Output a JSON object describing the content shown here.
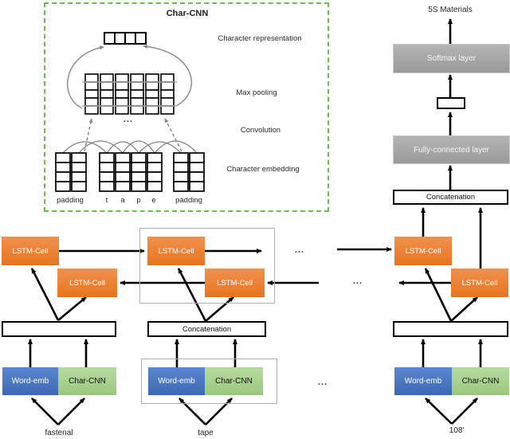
{
  "char_cnn_panel": {
    "title": "Char-CNN",
    "labels": {
      "representation": "Character representation",
      "max_pooling": "Max pooling",
      "convolution": "Convolution",
      "embedding": "Character embedding"
    },
    "ellipsis": "...",
    "char_labels": [
      "padding",
      "t",
      "a",
      "p",
      "e",
      "padding"
    ]
  },
  "output_stack": {
    "prediction": "5S Materials",
    "softmax": "Softmax layer",
    "fully_connected": "Fully-connected layer",
    "concatenation": "Concatenation"
  },
  "lstm": {
    "cell_label": "LSTM-Cell",
    "forward_ellipsis": "...",
    "backward_ellipsis": "..."
  },
  "inputs": {
    "concatenation": "Concatenation",
    "word_emb": "Word-emb",
    "char_cnn": "Char-CNN",
    "words": [
      "fastenal",
      "tape",
      "108'"
    ],
    "ellipsis": "..."
  }
}
